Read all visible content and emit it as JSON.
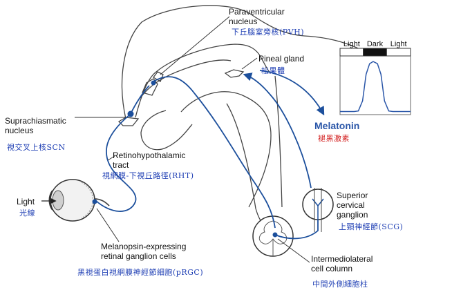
{
  "labels": {
    "pvn": "Paraventricular",
    "pvn_2": "nucleus",
    "pvn_zh": "下丘腦室旁核(PVH)",
    "pineal": "Pineal gland",
    "pineal_zh": "松果體",
    "scn": "Suprachiasmatic",
    "scn_2": "nucleus",
    "scn_zh": "視交叉上核SCN",
    "rht": "Retinohypothalamic",
    "rht_2": "tract",
    "rht_zh": "視網膜-下視丘路徑(RHT)",
    "light": "Light",
    "light_zh": "光線",
    "melanopsin": "Melanopsin-expressing",
    "melanopsin_2": "retinal ganglion cells",
    "melanopsin_zh": "黑視蛋白視網膜神經節細胞(pRGC)",
    "scg": "Superior",
    "scg_2": "cervical",
    "scg_3": "ganglion",
    "scg_zh": "上頸神經節(SCG)",
    "iml": "Intermediolateral",
    "iml_2": "cell column",
    "iml_zh": "中間外側細胞柱",
    "melatonin": "Melatonin",
    "melatonin_zh": "褪黑激素"
  },
  "colors": {
    "pathway": "#1c4f9c",
    "outline": "#444444",
    "zh_text": "#1f3fb4",
    "zh_melatonin": "#d21c1c",
    "melatonin": "#2a56a8"
  },
  "chart_data": {
    "type": "line",
    "title": "",
    "xlabel": "",
    "ylabel": "",
    "bands": [
      {
        "label": "Light",
        "from": 0.0,
        "to": 0.33,
        "fill": "#ffffff"
      },
      {
        "label": "Dark",
        "from": 0.33,
        "to": 0.66,
        "fill": "#111111"
      },
      {
        "label": "Light",
        "from": 0.66,
        "to": 1.0,
        "fill": "#ffffff"
      }
    ],
    "xlim": [
      0,
      1
    ],
    "ylim": [
      0,
      1
    ],
    "x": [
      0.0,
      0.1,
      0.2,
      0.26,
      0.32,
      0.37,
      0.42,
      0.47,
      0.53,
      0.58,
      0.63,
      0.69,
      0.75,
      0.85,
      1.0
    ],
    "y": [
      0.02,
      0.02,
      0.02,
      0.03,
      0.22,
      0.72,
      0.92,
      0.96,
      0.92,
      0.72,
      0.22,
      0.03,
      0.02,
      0.02,
      0.02
    ]
  }
}
